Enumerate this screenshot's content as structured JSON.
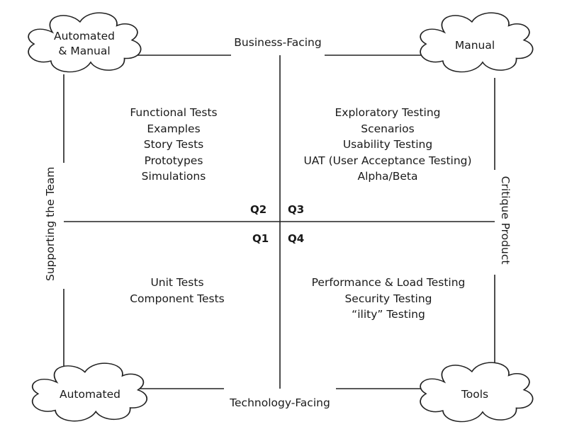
{
  "axes": {
    "top": "Business-Facing",
    "bottom": "Technology-Facing",
    "left": "Supporting the Team",
    "right": "Critique Product"
  },
  "clouds": {
    "top_left": [
      "Automated",
      "& Manual"
    ],
    "top_right": [
      "Manual"
    ],
    "bottom_left": [
      "Automated"
    ],
    "bottom_right": [
      "Tools"
    ]
  },
  "quadrant_labels": {
    "q1": "Q1",
    "q2": "Q2",
    "q3": "Q3",
    "q4": "Q4"
  },
  "quadrants": {
    "q2": [
      "Functional Tests",
      "Examples",
      "Story Tests",
      "Prototypes",
      "Simulations"
    ],
    "q3": [
      "Exploratory Testing",
      "Scenarios",
      "Usability Testing",
      "UAT (User Acceptance Testing)",
      "Alpha/Beta"
    ],
    "q1": [
      "Unit Tests",
      "Component Tests"
    ],
    "q4": [
      "Performance & Load Testing",
      "Security Testing",
      "“ility” Testing"
    ]
  }
}
